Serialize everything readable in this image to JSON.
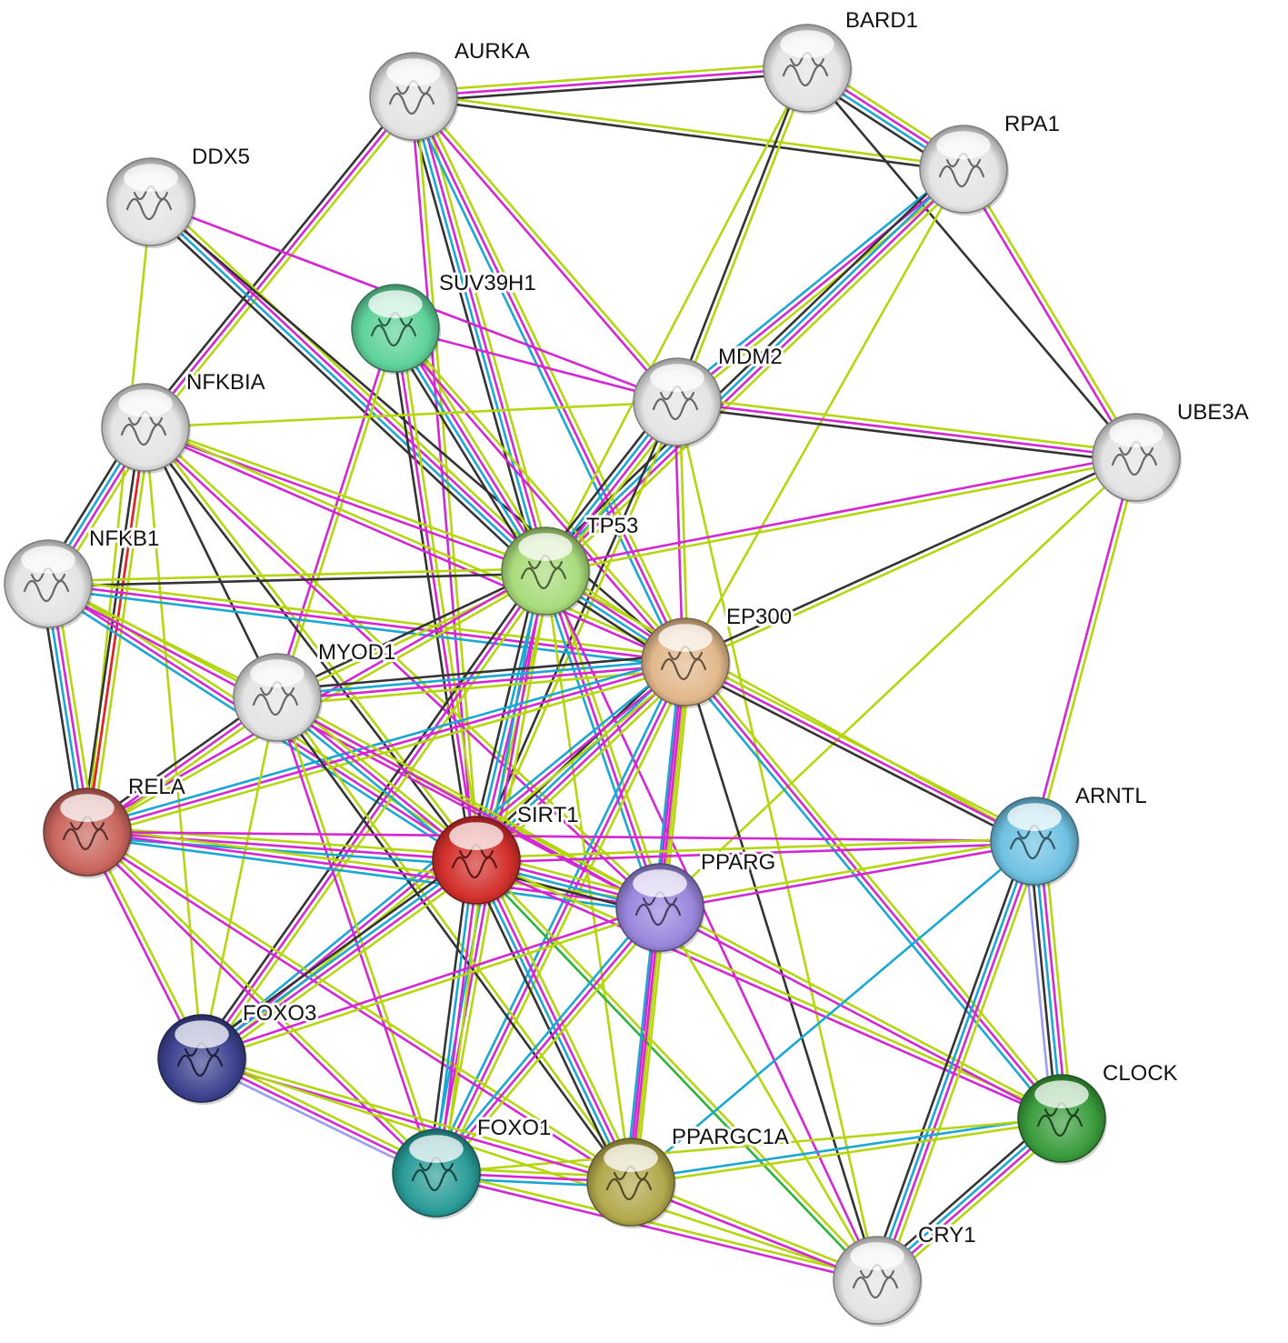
{
  "diagram": {
    "colors": {
      "lime": "#b5d60f",
      "magenta": "#d227d2",
      "black": "#333333",
      "cyan": "#1aa7d4",
      "red": "#e0261c",
      "lavender": "#9b9ef0",
      "green": "#2db23a"
    },
    "nodes": [
      {
        "id": "AURKA",
        "label": "AURKA",
        "color": "#e4e4e4",
        "icon": "protein-structure-icon"
      },
      {
        "id": "BARD1",
        "label": "BARD1",
        "color": "#e4e4e4",
        "icon": "protein-structure-icon"
      },
      {
        "id": "RPA1",
        "label": "RPA1",
        "color": "#e4e4e4",
        "icon": "protein-structure-icon"
      },
      {
        "id": "DDX5",
        "label": "DDX5",
        "color": "#e4e4e4",
        "icon": "protein-structure-icon"
      },
      {
        "id": "SUV39H1",
        "label": "SUV39H1",
        "color": "#5fd29a",
        "icon": "protein-structure-icon"
      },
      {
        "id": "MDM2",
        "label": "MDM2",
        "color": "#e4e4e4",
        "icon": "protein-structure-icon"
      },
      {
        "id": "UBE3A",
        "label": "UBE3A",
        "color": "#e4e4e4",
        "icon": "protein-structure-icon"
      },
      {
        "id": "NFKBIA",
        "label": "NFKBIA",
        "color": "#e4e4e4",
        "icon": "protein-structure-icon"
      },
      {
        "id": "NFKB1",
        "label": "NFKB1",
        "color": "#e4e4e4",
        "icon": "protein-structure-icon"
      },
      {
        "id": "TP53",
        "label": "TP53",
        "color": "#a9db7b",
        "icon": "protein-structure-icon"
      },
      {
        "id": "EP300",
        "label": "EP300",
        "color": "#e2b88c",
        "icon": "protein-structure-icon"
      },
      {
        "id": "MYOD1",
        "label": "MYOD1",
        "color": "#e4e4e4",
        "icon": "protein-structure-icon"
      },
      {
        "id": "RELA",
        "label": "RELA",
        "color": "#c9665e",
        "icon": "protein-structure-icon"
      },
      {
        "id": "SIRT1",
        "label": "SIRT1",
        "color": "#d3302c",
        "icon": "protein-structure-icon"
      },
      {
        "id": "PPARG",
        "label": "PPARG",
        "color": "#9a86dd",
        "icon": "protein-structure-icon"
      },
      {
        "id": "ARNTL",
        "label": "ARNTL",
        "color": "#6fc1e2",
        "icon": "protein-structure-icon"
      },
      {
        "id": "FOXO3",
        "label": "FOXO3",
        "color": "#3d438f",
        "icon": "protein-structure-icon"
      },
      {
        "id": "FOXO1",
        "label": "FOXO1",
        "color": "#2a9c98",
        "icon": "protein-structure-icon"
      },
      {
        "id": "PPARGC1A",
        "label": "PPARGC1A",
        "color": "#b2a84c",
        "icon": "protein-structure-icon"
      },
      {
        "id": "CLOCK",
        "label": "CLOCK",
        "color": "#3a9c3c",
        "icon": "protein-structure-icon"
      },
      {
        "id": "CRY1",
        "label": "CRY1",
        "color": "#e4e4e4",
        "icon": "protein-structure-icon"
      }
    ],
    "edges": [
      {
        "source": "AURKA",
        "target": "BARD1",
        "types": [
          "lime",
          "magenta",
          "black"
        ]
      },
      {
        "source": "AURKA",
        "target": "RPA1",
        "types": [
          "lime",
          "black"
        ]
      },
      {
        "source": "AURKA",
        "target": "NFKBIA",
        "types": [
          "lime",
          "magenta",
          "black"
        ]
      },
      {
        "source": "AURKA",
        "target": "TP53",
        "types": [
          "lime",
          "magenta",
          "cyan",
          "black"
        ]
      },
      {
        "source": "AURKA",
        "target": "MDM2",
        "types": [
          "lime",
          "magenta"
        ]
      },
      {
        "source": "AURKA",
        "target": "EP300",
        "types": [
          "lime",
          "magenta",
          "cyan"
        ]
      },
      {
        "source": "AURKA",
        "target": "SIRT1",
        "types": [
          "lime",
          "magenta"
        ]
      },
      {
        "source": "BARD1",
        "target": "RPA1",
        "types": [
          "lime",
          "magenta",
          "cyan",
          "black"
        ]
      },
      {
        "source": "BARD1",
        "target": "MDM2",
        "types": [
          "lime",
          "black"
        ]
      },
      {
        "source": "BARD1",
        "target": "TP53",
        "types": [
          "lime"
        ]
      },
      {
        "source": "BARD1",
        "target": "UBE3A",
        "types": [
          "black"
        ]
      },
      {
        "source": "RPA1",
        "target": "MDM2",
        "types": [
          "lime",
          "magenta",
          "cyan"
        ]
      },
      {
        "source": "RPA1",
        "target": "TP53",
        "types": [
          "lime",
          "magenta",
          "cyan",
          "black"
        ]
      },
      {
        "source": "RPA1",
        "target": "EP300",
        "types": [
          "lime"
        ]
      },
      {
        "source": "RPA1",
        "target": "UBE3A",
        "types": [
          "lime",
          "magenta"
        ]
      },
      {
        "source": "DDX5",
        "target": "TP53",
        "types": [
          "lime",
          "magenta",
          "cyan",
          "black"
        ]
      },
      {
        "source": "DDX5",
        "target": "EP300",
        "types": [
          "black"
        ]
      },
      {
        "source": "DDX5",
        "target": "MDM2",
        "types": [
          "magenta"
        ]
      },
      {
        "source": "DDX5",
        "target": "RELA",
        "types": [
          "lime"
        ]
      },
      {
        "source": "SUV39H1",
        "target": "TP53",
        "types": [
          "lime",
          "magenta",
          "cyan",
          "black"
        ]
      },
      {
        "source": "SUV39H1",
        "target": "SIRT1",
        "types": [
          "lime",
          "magenta",
          "black"
        ]
      },
      {
        "source": "SUV39H1",
        "target": "MDM2",
        "types": [
          "magenta"
        ]
      },
      {
        "source": "SUV39H1",
        "target": "EP300",
        "types": [
          "lime",
          "magenta"
        ]
      },
      {
        "source": "SUV39H1",
        "target": "MYOD1",
        "types": [
          "lime",
          "magenta"
        ]
      },
      {
        "source": "MDM2",
        "target": "TP53",
        "types": [
          "lime",
          "magenta",
          "cyan",
          "black"
        ]
      },
      {
        "source": "MDM2",
        "target": "EP300",
        "types": [
          "lime",
          "magenta"
        ]
      },
      {
        "source": "MDM2",
        "target": "UBE3A",
        "types": [
          "lime",
          "magenta",
          "black"
        ]
      },
      {
        "source": "MDM2",
        "target": "SIRT1",
        "types": [
          "lime",
          "black"
        ]
      },
      {
        "source": "MDM2",
        "target": "CRY1",
        "types": [
          "lime"
        ]
      },
      {
        "source": "MDM2",
        "target": "NFKBIA",
        "types": [
          "lime"
        ]
      },
      {
        "source": "UBE3A",
        "target": "TP53",
        "types": [
          "lime",
          "magenta"
        ]
      },
      {
        "source": "UBE3A",
        "target": "EP300",
        "types": [
          "lime",
          "black"
        ]
      },
      {
        "source": "UBE3A",
        "target": "ARNTL",
        "types": [
          "lime",
          "magenta"
        ]
      },
      {
        "source": "UBE3A",
        "target": "PPARG",
        "types": [
          "lime"
        ]
      },
      {
        "source": "NFKBIA",
        "target": "NFKB1",
        "types": [
          "lime",
          "magenta",
          "cyan",
          "black"
        ]
      },
      {
        "source": "NFKBIA",
        "target": "RELA",
        "types": [
          "lime",
          "magenta",
          "black"
        ]
      },
      {
        "source": "NFKBIA",
        "target": "TP53",
        "types": [
          "lime",
          "magenta"
        ]
      },
      {
        "source": "NFKBIA",
        "target": "EP300",
        "types": [
          "lime",
          "magenta"
        ]
      },
      {
        "source": "NFKBIA",
        "target": "MYOD1",
        "types": [
          "black"
        ]
      },
      {
        "source": "NFKBIA",
        "target": "SIRT1",
        "types": [
          "lime",
          "black"
        ]
      },
      {
        "source": "NFKBIA",
        "target": "PPARG",
        "types": [
          "lime",
          "magenta"
        ]
      },
      {
        "source": "NFKBIA",
        "target": "FOXO3",
        "types": [
          "lime"
        ]
      },
      {
        "source": "NFKBIA",
        "target": "RELA",
        "types": [
          "red"
        ]
      },
      {
        "source": "NFKB1",
        "target": "TP53",
        "types": [
          "lime",
          "black"
        ]
      },
      {
        "source": "NFKB1",
        "target": "EP300",
        "types": [
          "lime",
          "magenta",
          "cyan"
        ]
      },
      {
        "source": "NFKB1",
        "target": "RELA",
        "types": [
          "lime",
          "magenta",
          "cyan",
          "black"
        ]
      },
      {
        "source": "NFKB1",
        "target": "SIRT1",
        "types": [
          "lime",
          "magenta",
          "cyan"
        ]
      },
      {
        "source": "NFKB1",
        "target": "PPARG",
        "types": [
          "lime",
          "magenta"
        ]
      },
      {
        "source": "NFKB1",
        "target": "MYOD1",
        "types": [
          "lime"
        ]
      },
      {
        "source": "TP53",
        "target": "EP300",
        "types": [
          "lime",
          "magenta",
          "cyan",
          "black"
        ]
      },
      {
        "source": "TP53",
        "target": "SIRT1",
        "types": [
          "lime",
          "magenta",
          "cyan",
          "black"
        ]
      },
      {
        "source": "TP53",
        "target": "MYOD1",
        "types": [
          "lime",
          "black"
        ]
      },
      {
        "source": "TP53",
        "target": "RELA",
        "types": [
          "lime",
          "magenta"
        ]
      },
      {
        "source": "TP53",
        "target": "PPARG",
        "types": [
          "lime",
          "magenta",
          "cyan"
        ]
      },
      {
        "source": "TP53",
        "target": "FOXO3",
        "types": [
          "lime",
          "magenta",
          "black"
        ]
      },
      {
        "source": "TP53",
        "target": "FOXO1",
        "types": [
          "lime",
          "magenta",
          "cyan"
        ]
      },
      {
        "source": "TP53",
        "target": "PPARGC1A",
        "types": [
          "lime"
        ]
      },
      {
        "source": "TP53",
        "target": "ARNTL",
        "types": [
          "lime"
        ]
      },
      {
        "source": "TP53",
        "target": "CRY1",
        "types": [
          "magenta"
        ]
      },
      {
        "source": "EP300",
        "target": "SIRT1",
        "types": [
          "lime",
          "magenta",
          "cyan",
          "black"
        ]
      },
      {
        "source": "EP300",
        "target": "MYOD1",
        "types": [
          "lime",
          "magenta",
          "cyan",
          "black"
        ]
      },
      {
        "source": "EP300",
        "target": "RELA",
        "types": [
          "lime",
          "magenta",
          "cyan"
        ]
      },
      {
        "source": "EP300",
        "target": "PPARG",
        "types": [
          "lime",
          "magenta",
          "cyan"
        ]
      },
      {
        "source": "EP300",
        "target": "ARNTL",
        "types": [
          "lime",
          "magenta",
          "black"
        ]
      },
      {
        "source": "EP300",
        "target": "CLOCK",
        "types": [
          "lime",
          "magenta",
          "cyan"
        ]
      },
      {
        "source": "EP300",
        "target": "FOXO3",
        "types": [
          "lime",
          "magenta",
          "cyan"
        ]
      },
      {
        "source": "EP300",
        "target": "FOXO1",
        "types": [
          "lime",
          "magenta",
          "cyan"
        ]
      },
      {
        "source": "EP300",
        "target": "PPARGC1A",
        "types": [
          "lime",
          "magenta"
        ]
      },
      {
        "source": "EP300",
        "target": "CRY1",
        "types": [
          "black"
        ]
      },
      {
        "source": "MYOD1",
        "target": "RELA",
        "types": [
          "lime",
          "magenta",
          "black"
        ]
      },
      {
        "source": "MYOD1",
        "target": "SIRT1",
        "types": [
          "lime",
          "magenta",
          "cyan"
        ]
      },
      {
        "source": "MYOD1",
        "target": "PPARG",
        "types": [
          "lime",
          "magenta"
        ]
      },
      {
        "source": "MYOD1",
        "target": "FOXO3",
        "types": [
          "lime"
        ]
      },
      {
        "source": "MYOD1",
        "target": "FOXO1",
        "types": [
          "lime",
          "magenta"
        ]
      },
      {
        "source": "MYOD1",
        "target": "PPARGC1A",
        "types": [
          "lime",
          "black"
        ]
      },
      {
        "source": "RELA",
        "target": "SIRT1",
        "types": [
          "lime",
          "magenta",
          "cyan"
        ]
      },
      {
        "source": "RELA",
        "target": "PPARG",
        "types": [
          "lime",
          "magenta",
          "cyan"
        ]
      },
      {
        "source": "RELA",
        "target": "FOXO3",
        "types": [
          "lime",
          "magenta"
        ]
      },
      {
        "source": "RELA",
        "target": "FOXO1",
        "types": [
          "lime",
          "magenta"
        ]
      },
      {
        "source": "RELA",
        "target": "PPARGC1A",
        "types": [
          "lime",
          "magenta"
        ]
      },
      {
        "source": "RELA",
        "target": "ARNTL",
        "types": [
          "magenta"
        ]
      },
      {
        "source": "SIRT1",
        "target": "PPARG",
        "types": [
          "lime",
          "magenta",
          "cyan",
          "black"
        ]
      },
      {
        "source": "SIRT1",
        "target": "FOXO3",
        "types": [
          "lime",
          "magenta",
          "cyan",
          "black"
        ]
      },
      {
        "source": "SIRT1",
        "target": "FOXO1",
        "types": [
          "lime",
          "magenta",
          "cyan",
          "black"
        ]
      },
      {
        "source": "SIRT1",
        "target": "PPARGC1A",
        "types": [
          "lime",
          "magenta",
          "cyan",
          "black"
        ]
      },
      {
        "source": "SIRT1",
        "target": "ARNTL",
        "types": [
          "lime",
          "magenta"
        ]
      },
      {
        "source": "SIRT1",
        "target": "CLOCK",
        "types": [
          "lime",
          "magenta"
        ]
      },
      {
        "source": "SIRT1",
        "target": "CRY1",
        "types": [
          "lime",
          "green"
        ]
      },
      {
        "source": "PPARG",
        "target": "FOXO3",
        "types": [
          "lime",
          "magenta"
        ]
      },
      {
        "source": "PPARG",
        "target": "FOXO1",
        "types": [
          "lime",
          "magenta",
          "cyan"
        ]
      },
      {
        "source": "PPARG",
        "target": "PPARGC1A",
        "types": [
          "lime",
          "magenta",
          "cyan"
        ]
      },
      {
        "source": "PPARG",
        "target": "ARNTL",
        "types": [
          "lime",
          "magenta"
        ]
      },
      {
        "source": "PPARG",
        "target": "CLOCK",
        "types": [
          "lime",
          "magenta"
        ]
      },
      {
        "source": "PPARG",
        "target": "CRY1",
        "types": [
          "lime"
        ]
      },
      {
        "source": "ARNTL",
        "target": "CLOCK",
        "types": [
          "lime",
          "magenta",
          "cyan",
          "black",
          "lavender"
        ]
      },
      {
        "source": "ARNTL",
        "target": "CRY1",
        "types": [
          "lime",
          "magenta",
          "cyan",
          "black"
        ]
      },
      {
        "source": "ARNTL",
        "target": "PPARGC1A",
        "types": [
          "cyan"
        ]
      },
      {
        "source": "CLOCK",
        "target": "CRY1",
        "types": [
          "lime",
          "magenta",
          "cyan",
          "black"
        ]
      },
      {
        "source": "CLOCK",
        "target": "PPARGC1A",
        "types": [
          "lime",
          "cyan"
        ]
      },
      {
        "source": "CLOCK",
        "target": "FOXO1",
        "types": [
          "lime"
        ]
      },
      {
        "source": "FOXO3",
        "target": "FOXO1",
        "types": [
          "lime",
          "magenta",
          "lavender"
        ]
      },
      {
        "source": "FOXO3",
        "target": "PPARGC1A",
        "types": [
          "lime",
          "magenta"
        ]
      },
      {
        "source": "FOXO3",
        "target": "CRY1",
        "types": [
          "lime"
        ]
      },
      {
        "source": "FOXO1",
        "target": "PPARGC1A",
        "types": [
          "lime",
          "magenta",
          "cyan"
        ]
      },
      {
        "source": "FOXO1",
        "target": "CRY1",
        "types": [
          "lime",
          "magenta"
        ]
      },
      {
        "source": "PPARGC1A",
        "target": "CRY1",
        "types": [
          "lime",
          "magenta"
        ]
      }
    ]
  }
}
